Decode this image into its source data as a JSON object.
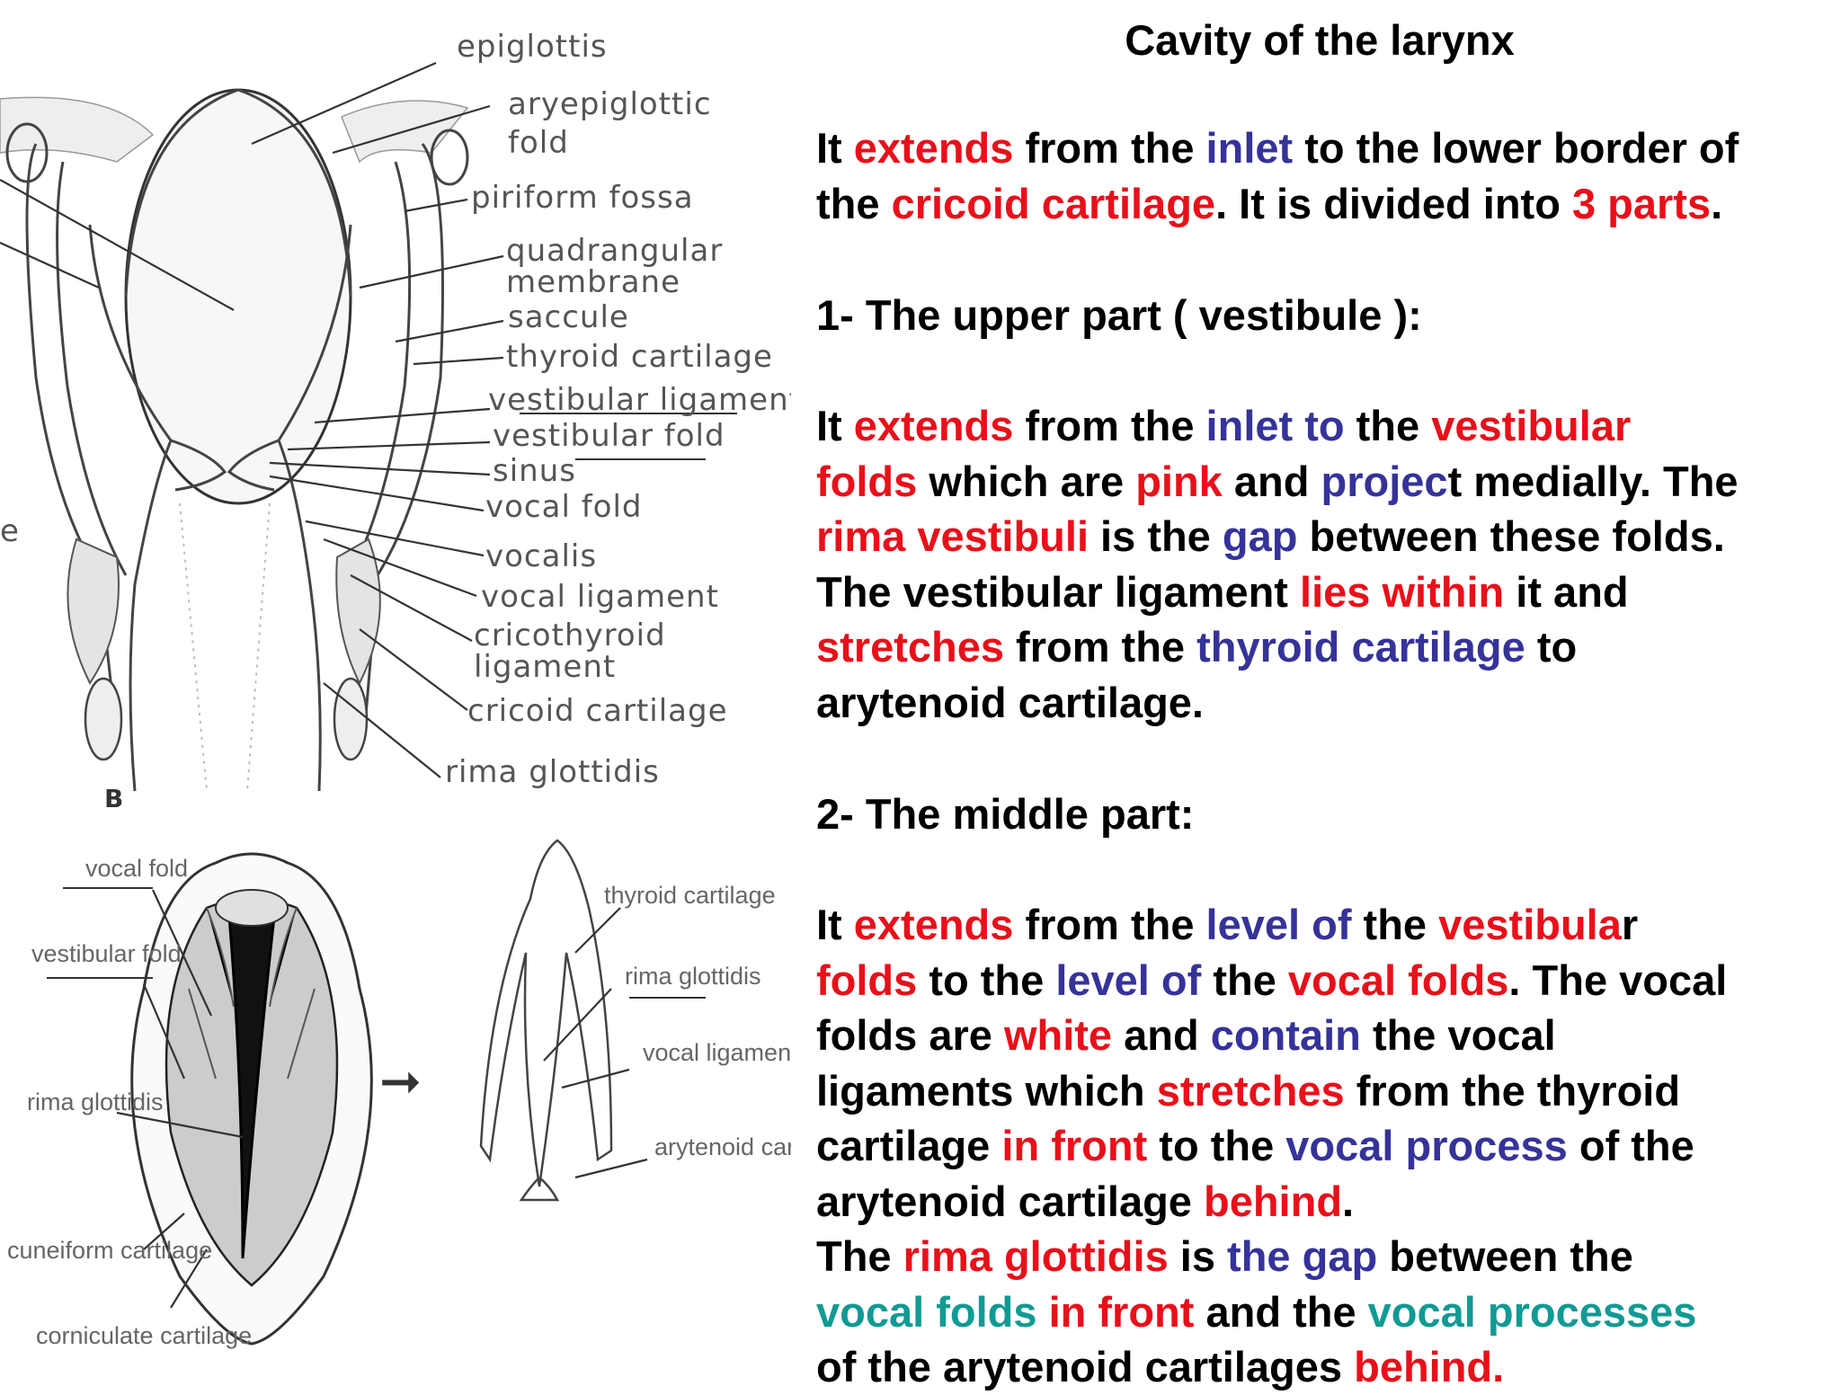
{
  "figure": {
    "labels_top": [
      "epiglottis",
      "aryepiglottic",
      "fold",
      "piriform fossa",
      "quadrangular",
      "membrane",
      "saccule",
      "thyroid cartilage",
      "vestibular ligament",
      "vestibular fold",
      "sinus",
      "vocal fold",
      "vocalis",
      "vocal ligament",
      "cricothyroid",
      "ligament",
      "cricoid cartilage",
      "rima glottidis"
    ],
    "edge_letter": "e",
    "panel_letter": "B",
    "labels_bottom_left": [
      "vocal fold",
      "vestibular fold",
      "rima glottidis",
      "cuneiform cartilage",
      "corniculate cartilage"
    ],
    "labels_bottom_right": [
      "thyroid cartilage",
      "rima glottidis",
      "vocal ligament",
      "arytenoid cartilage"
    ],
    "arrow": "➞"
  },
  "title": "Cavity of the larynx",
  "para1": {
    "lines": [
      [
        [
          "k",
          "It "
        ],
        [
          "r",
          "extends"
        ],
        [
          "k",
          " from the "
        ],
        [
          "b",
          "inlet"
        ],
        [
          "k",
          " to the lower border of"
        ]
      ],
      [
        [
          "k",
          "the "
        ],
        [
          "r",
          "cricoid cartilage"
        ],
        [
          "k",
          ". It is  divided into "
        ],
        [
          "r",
          "3 parts"
        ],
        [
          "k",
          "."
        ]
      ]
    ]
  },
  "h1": "1- The upper part ( vestibule ):",
  "para2": {
    "lines": [
      [
        [
          "k",
          "It "
        ],
        [
          "r",
          "extends"
        ],
        [
          "k",
          " from the "
        ],
        [
          "b",
          "inlet to"
        ],
        [
          "k",
          " the "
        ],
        [
          "r",
          "vestibular"
        ]
      ],
      [
        [
          "r",
          "folds"
        ],
        [
          "k",
          " which are "
        ],
        [
          "r",
          "pink"
        ],
        [
          "k",
          " and "
        ],
        [
          "b",
          "projec"
        ],
        [
          "k",
          "t medially. The"
        ]
      ],
      [
        [
          "r",
          "rima vestibuli"
        ],
        [
          "k",
          " is the "
        ],
        [
          "b",
          "gap"
        ],
        [
          "k",
          " between these folds."
        ]
      ],
      [
        [
          "k",
          "The vestibular ligament "
        ],
        [
          "r",
          "lies within"
        ],
        [
          "k",
          " it and"
        ]
      ],
      [
        [
          "r",
          "stretches"
        ],
        [
          "k",
          " from the "
        ],
        [
          "b",
          "thyroid cartilage"
        ],
        [
          "k",
          " to"
        ]
      ],
      [
        [
          "k",
          "arytenoid cartilage."
        ]
      ]
    ]
  },
  "h2": "2- The middle part:",
  "para3": {
    "lines": [
      [
        [
          "k",
          "It "
        ],
        [
          "r",
          "extends"
        ],
        [
          "k",
          " from the "
        ],
        [
          "b",
          "level of"
        ],
        [
          "k",
          " the "
        ],
        [
          "r",
          "vestibula"
        ],
        [
          "k",
          "r"
        ]
      ],
      [
        [
          "r",
          "folds"
        ],
        [
          "k",
          " to the "
        ],
        [
          "b",
          "level of"
        ],
        [
          "k",
          " the "
        ],
        [
          "r",
          "vocal folds"
        ],
        [
          "k",
          ". The vocal"
        ]
      ],
      [
        [
          "k",
          "folds are "
        ],
        [
          "r",
          "white"
        ],
        [
          "k",
          " and "
        ],
        [
          "b",
          "contain"
        ],
        [
          "k",
          " the vocal"
        ]
      ],
      [
        [
          "k",
          "ligaments which "
        ],
        [
          "r",
          "stretches"
        ],
        [
          "k",
          " from the thyroid"
        ]
      ],
      [
        [
          "k",
          "cartilage "
        ],
        [
          "r",
          "in front"
        ],
        [
          "k",
          " to the "
        ],
        [
          "b",
          "vocal process"
        ],
        [
          "k",
          " of the"
        ]
      ],
      [
        [
          "k",
          "arytenoid cartilage "
        ],
        [
          "r",
          "behind"
        ],
        [
          "k",
          "."
        ]
      ],
      [
        [
          "k",
          "The "
        ],
        [
          "r",
          "rima glottidis"
        ],
        [
          "k",
          " is "
        ],
        [
          "b",
          "the gap"
        ],
        [
          "k",
          " between the"
        ]
      ],
      [
        [
          "t",
          "vocal folds "
        ],
        [
          "r",
          "in front"
        ],
        [
          "k",
          " and the "
        ],
        [
          "t",
          "vocal processes"
        ]
      ],
      [
        [
          "k",
          "of the arytenoid cartilages "
        ],
        [
          "r",
          "behind."
        ]
      ]
    ]
  }
}
